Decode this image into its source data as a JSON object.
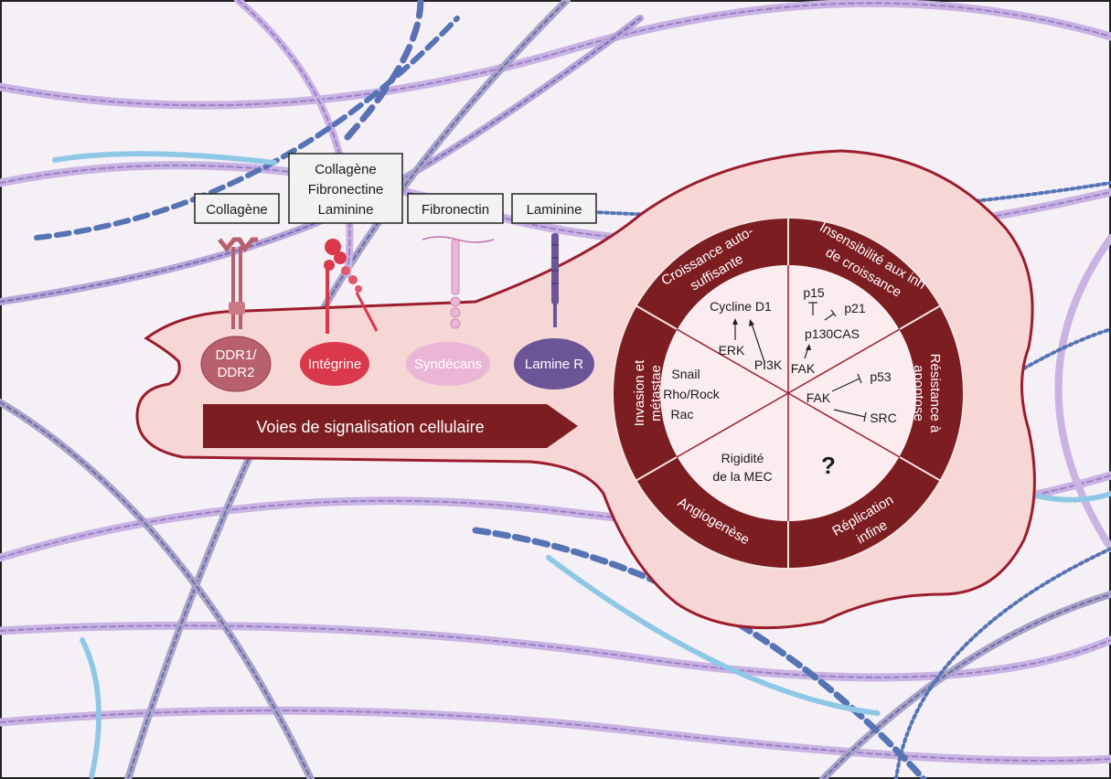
{
  "ligands": {
    "collagene": "Collagène",
    "multi_line1": "Collagène",
    "multi_line2": "Fibronectine",
    "multi_line3": "Laminine",
    "fibronectin": "Fibronectin",
    "laminine": "Laminine"
  },
  "receptors": {
    "ddr_line1": "DDR1/",
    "ddr_line2": "DDR2",
    "integrine": "Intégrine",
    "syndecans": "Syndécans",
    "lamine_r": "Lamine R"
  },
  "signaling_arrow": "Voies de signalisation cellulaire",
  "hallmarks": {
    "croissance_line1": "Croissance auto-",
    "croissance_line2": "suffisante",
    "insensibilite_line1": "Insensibilité aux inh",
    "insensibilite_line2": "de croissance",
    "resistance_line1": "Résistance à",
    "resistance_line2": "apoptose",
    "replication_line1": "Réplication",
    "replication_line2": "infine",
    "angiogenese": "Angiogenèse",
    "invasion_line1": "Invasion et",
    "invasion_line2": "métastae"
  },
  "inner": {
    "cycline": "Cycline D1",
    "erk": "ERK",
    "pi3k": "PI3K",
    "p15": "p15",
    "p21": "p21",
    "p130cas": "p130CAS",
    "fak_top": "FAK",
    "fak_mid": "FAK",
    "p53": "p53",
    "src": "SRC",
    "snail": "Snail",
    "rho_rock": "Rho/Rock",
    "rac": "Rac",
    "rigidite_line1": "Rigidité",
    "rigidite_line2": "de la MEC",
    "unknown": "?"
  },
  "colors": {
    "background": "#f5f0f6",
    "cell_fill": "#f7d6d6",
    "cell_stroke": "#9b1c2c",
    "ring": "#7c1d22",
    "inner": "#fbecef",
    "arrow": "#7c1d22",
    "ddr": "#b8606e",
    "integrine": "#d9394a",
    "syndecans": "#eab6d6",
    "lamine_r": "#6b5597",
    "fiber_purple": "#b79bd6",
    "fiber_blue": "#5674b4",
    "fiber_light": "#8fc8e6"
  }
}
